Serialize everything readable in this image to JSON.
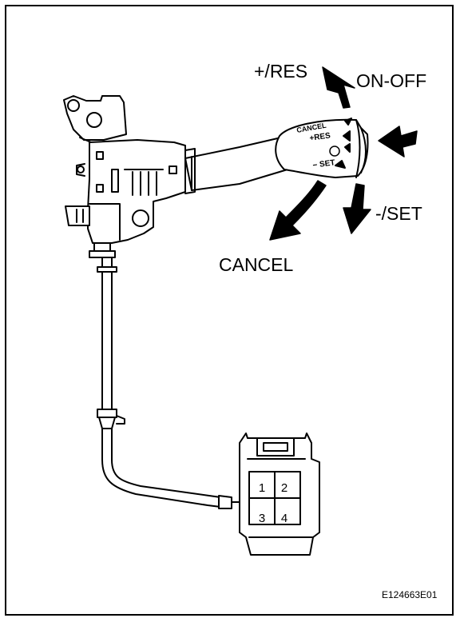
{
  "labels": {
    "res": "+/RES",
    "on_off": "ON-OFF",
    "set": "-/SET",
    "cancel": "CANCEL",
    "figure_code": "E124663E01"
  },
  "stalk": {
    "cancel": "CANCEL",
    "res": "+RES",
    "set": "− SET"
  },
  "connector": {
    "pins": [
      "1",
      "2",
      "3",
      "4"
    ]
  }
}
